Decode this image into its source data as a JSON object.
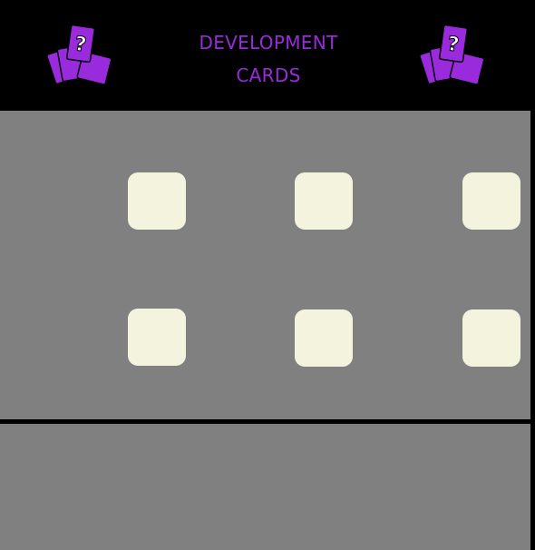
{
  "header": {
    "title_line1": "DEVELOPMENT",
    "title_line2": "CARDS",
    "title_color": "#9a2bdc",
    "left_icon": "mystery-cards-icon",
    "right_icon": "mystery-cards-icon"
  },
  "colors": {
    "background": "#000000",
    "panel": "#808080",
    "card_slot": "#f4f4de",
    "icon": "#9a2bdc"
  },
  "card_slots": {
    "rows": 2,
    "columns": 3,
    "count": 6
  }
}
